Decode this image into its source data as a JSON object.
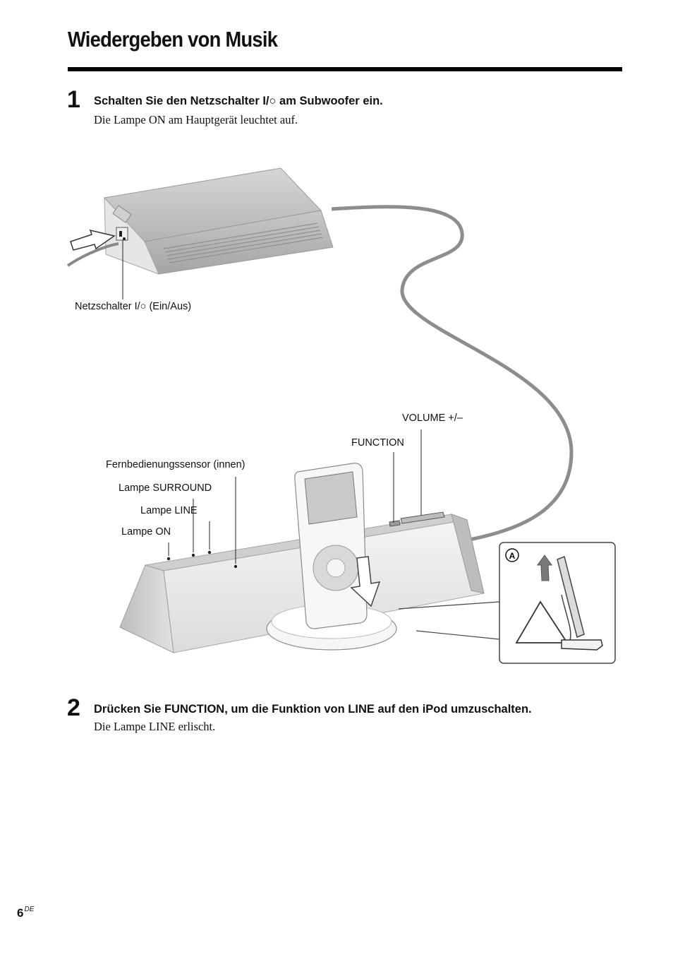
{
  "page": {
    "title": "Wiedergeben von Musik",
    "number": "6",
    "number_suffix": "DE"
  },
  "steps": [
    {
      "number": "1",
      "heading": "Schalten Sie den Netzschalter I/○ am Subwoofer ein.",
      "body": "Die Lampe ON am Hauptgerät leuchtet auf."
    },
    {
      "number": "2",
      "heading": "Drücken Sie FUNCTION, um die Funktion von LINE auf den iPod umzuschalten.",
      "body": "Die Lampe LINE erlischt."
    }
  ],
  "figure": {
    "labels": {
      "power_switch": "Netzschalter I/○ (Ein/Aus)",
      "volume": "VOLUME +/–",
      "function": "FUNCTION",
      "remote_sensor": "Fernbedienungssensor (innen)",
      "lamp_surround": "Lampe SURROUND",
      "lamp_line": "Lampe LINE",
      "lamp_on": "Lampe ON",
      "inset_marker": "A"
    },
    "icons": [
      "press-arrow-icon",
      "insert-arrow-icon",
      "up-arrow-icon"
    ]
  }
}
